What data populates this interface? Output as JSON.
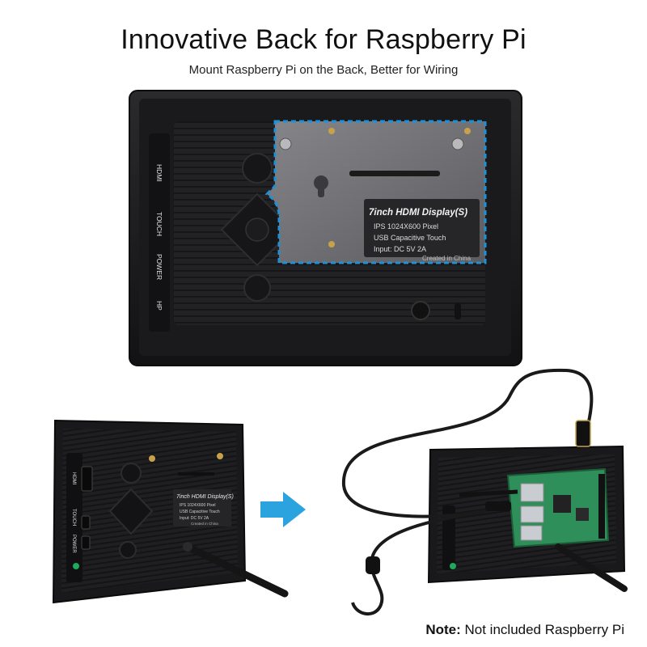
{
  "header": {
    "title": "Innovative Back for Raspberry Pi",
    "subtitle": "Mount Raspberry Pi on the Back, Better for Wiring"
  },
  "device_back": {
    "ports": [
      "HDMI",
      "TOUCH",
      "POWER",
      "HP"
    ],
    "label": {
      "title": "7inch HDMI Display(S)",
      "specs": [
        "IPS 1024X600 Pixel",
        "USB Capacitive Touch",
        "Input: DC 5V 2A"
      ],
      "footer": "Created in China"
    }
  },
  "device_side": {
    "ports": [
      "HDMI",
      "TOUCH",
      "POWER"
    ],
    "label": {
      "title": "7inch HDMI Display(S)",
      "specs": [
        "IPS 1024X600 Pixel",
        "USB Capacitive Touch",
        "Input: DC 5V 2A"
      ],
      "footer": "Created in China"
    }
  },
  "note": {
    "prefix": "Note:",
    "text": " Not included Raspberry Pi"
  },
  "colors": {
    "arrow": "#2ba3de",
    "dashed_outline": "#1e90d6",
    "board": "#2f8f5a",
    "case": "#1c1c1e"
  }
}
